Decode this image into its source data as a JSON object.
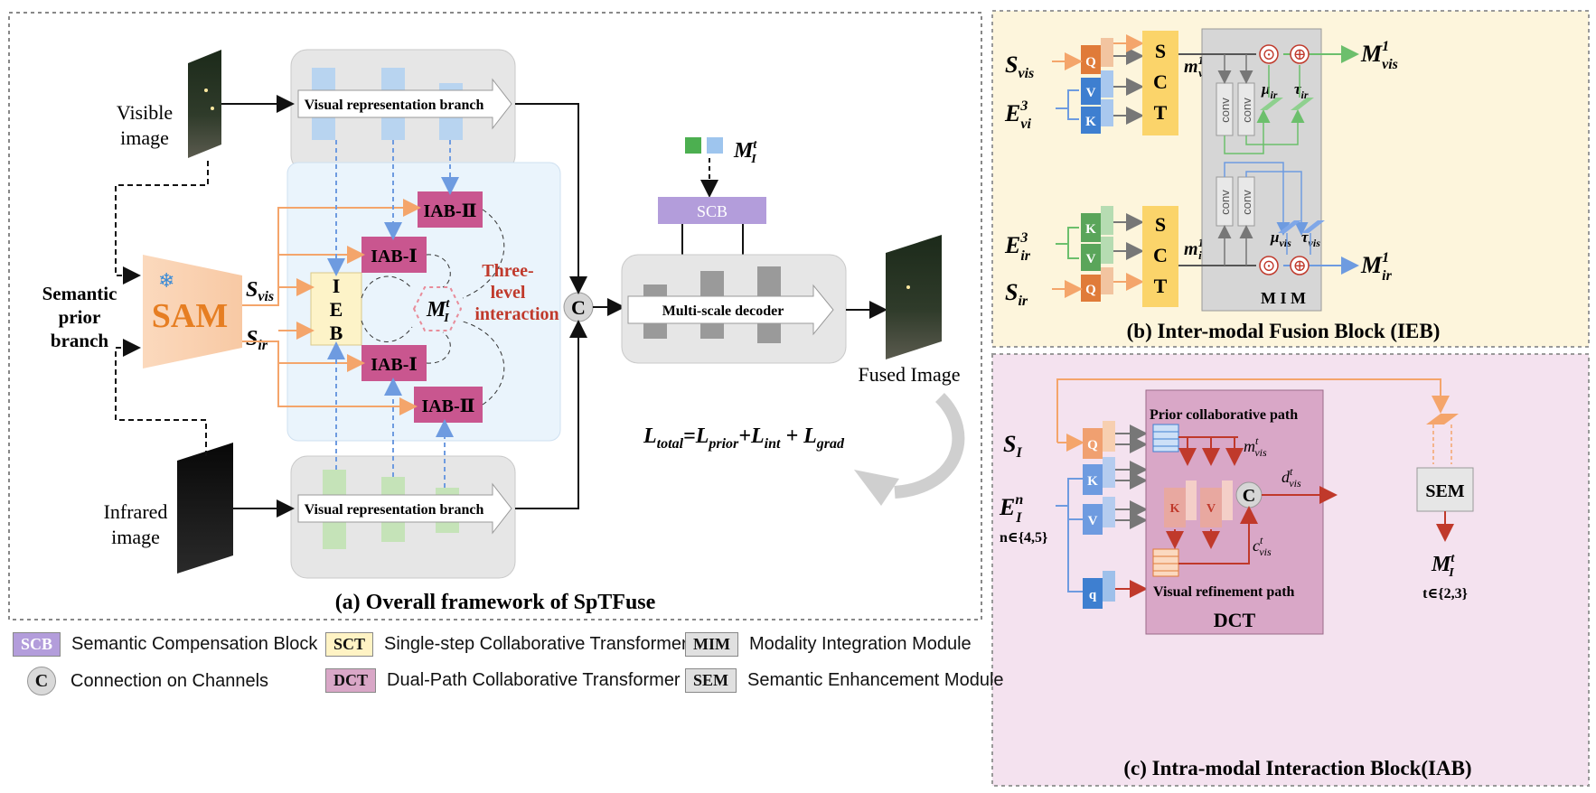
{
  "panel_a": {
    "caption": "(a) Overall framework of SpTFuse",
    "visible_image_label": [
      "Visible",
      "image"
    ],
    "infrared_image_label": [
      "Infrared",
      "image"
    ],
    "semantic_prior_label": [
      "Semantic",
      "prior",
      "branch"
    ],
    "sam_label": "SAM",
    "snowflake": "❄",
    "s_vis": "S",
    "s_vis_sub": "vis",
    "s_ir": "S",
    "s_ir_sub": "ir",
    "visual_branch_top": "Visual representation branch",
    "visual_branch_bottom": "Visual representation branch",
    "ieb_letters": [
      "I",
      "E",
      "B"
    ],
    "iab_labels": [
      "IAB-Ⅱ",
      "IAB-Ⅰ",
      "IAB-Ⅰ",
      "IAB-Ⅱ"
    ],
    "ml_label": "M",
    "ml_sup": "t",
    "ml_sub": "I",
    "three_level": [
      "Three-",
      "level",
      "interaction"
    ],
    "concat_c": "C",
    "scb_label": "SCB",
    "scb_input": "M",
    "decoder_label": "Multi-scale decoder",
    "fused_image_label": "Fused Image",
    "loss": {
      "L": "L",
      "total": "total",
      "prior": "prior",
      "int": "int",
      "grad": "grad"
    }
  },
  "panel_b": {
    "caption": "(b) Inter-modal Fusion Block (IEB)",
    "s_vis": "S",
    "s_vis_sub": "vis",
    "e_vi": "E",
    "e_vi_sup": "3",
    "e_vi_sub": "vi",
    "e_ir": "E",
    "e_ir_sup": "3",
    "e_ir_sub": "ir",
    "s_ir": "S",
    "s_ir_sub": "ir",
    "qkv_top": [
      "Q",
      "V",
      "K"
    ],
    "qkv_bottom": [
      "K",
      "V",
      "Q"
    ],
    "sct_letters": [
      "S",
      "C",
      "T"
    ],
    "m_vis": "m",
    "m_vis_sup": "1",
    "m_vis_sub": "vis",
    "m_ir": "m",
    "m_ir_sup": "1",
    "m_ir_sub": "ir",
    "conv": "conv",
    "mu_ir": "μ",
    "mu_ir_sub": "ir",
    "tau_ir": "τ",
    "tau_ir_sub": "ir",
    "mu_vis": "μ",
    "mu_vis_sub": "vis",
    "tau_vis": "τ",
    "tau_vis_sub": "vis",
    "mim": "M I M",
    "out_vis": "M",
    "out_vis_sup": "1",
    "out_vis_sub": "vis",
    "out_ir": "M",
    "out_ir_sup": "1",
    "out_ir_sub": "ir",
    "odot": "⊙",
    "oplus": "⊕"
  },
  "panel_c": {
    "caption": "(c) Intra-modal Interaction Block(IAB)",
    "s_i": "S",
    "s_i_sub": "I",
    "e_i": "E",
    "e_i_sup": "n",
    "e_i_sub": "I",
    "n_set": "n∈{4,5}",
    "qkvq": [
      "Q",
      "K",
      "V",
      "q"
    ],
    "prior_path": "Prior collaborative path",
    "visual_path": "Visual refinement path",
    "m_vis": "m",
    "m_vis_sup": "t",
    "m_vis_sub": "vis",
    "d_vis": "d",
    "d_vis_sup": "t",
    "d_vis_sub": "vis",
    "c_vis": "c",
    "c_vis_sup": "t",
    "c_vis_sub": "vis",
    "kv_red": [
      "K",
      "V"
    ],
    "concat_c": "C",
    "dct": "DCT",
    "sem": "SEM",
    "out": "M",
    "out_sup": "t",
    "out_sub": "I",
    "t_set": "t∈{2,3}"
  },
  "legend": [
    {
      "tag": "SCB",
      "text": "Semantic Compensation Block",
      "color": "#b39ddb"
    },
    {
      "tag": "SCT",
      "text": "Single-step Collaborative Transformer",
      "color": "#fff3c4"
    },
    {
      "tag": "MIM",
      "text": "Modality Integration Module",
      "color": "#e0e0e0"
    },
    {
      "tag": "C",
      "text": "Connection on Channels",
      "color": "#d9d9d9"
    },
    {
      "tag": "DCT",
      "text": "Dual-Path Collaborative Transformer",
      "color": "#d9a7c7"
    },
    {
      "tag": "SEM",
      "text": "Semantic Enhancement Module",
      "color": "#e0e0e0"
    }
  ],
  "colors": {
    "orange": "#f4a56b",
    "blue": "#7fa7dd",
    "green": "#7bc47f",
    "iab": "#c9568f",
    "red": "#c0392b",
    "ieb_bg": "#fdf3c8",
    "iab_bg": "#f7e4f1"
  }
}
